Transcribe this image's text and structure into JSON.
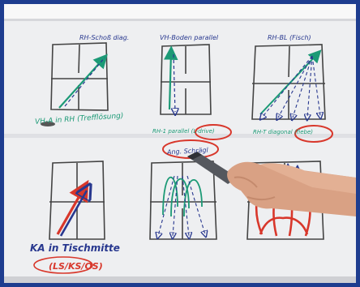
{
  "board": {
    "labels": {
      "top_left": "RH-Schoß diag.",
      "top_middle": "VH-Boden parallel",
      "top_right": "RH-BL (Fisch)",
      "mid_left": "VH-A in RH (Trefflösung)",
      "mid_middle": "RH-1 parallel (L-drive)",
      "mid_right": "RH-T diagonal (fiebe)",
      "center_oval": "Ang. Schrägl",
      "bottom_left_title": "KA in Tischmitte",
      "bottom_left_sub": "(LS/KS/OS)"
    }
  },
  "colors": {
    "frame": "#1e3d8f",
    "paper": "#edeef0",
    "ink_blue": "#28388f",
    "ink_green": "#1c9a76",
    "ink_red": "#d8372b"
  }
}
